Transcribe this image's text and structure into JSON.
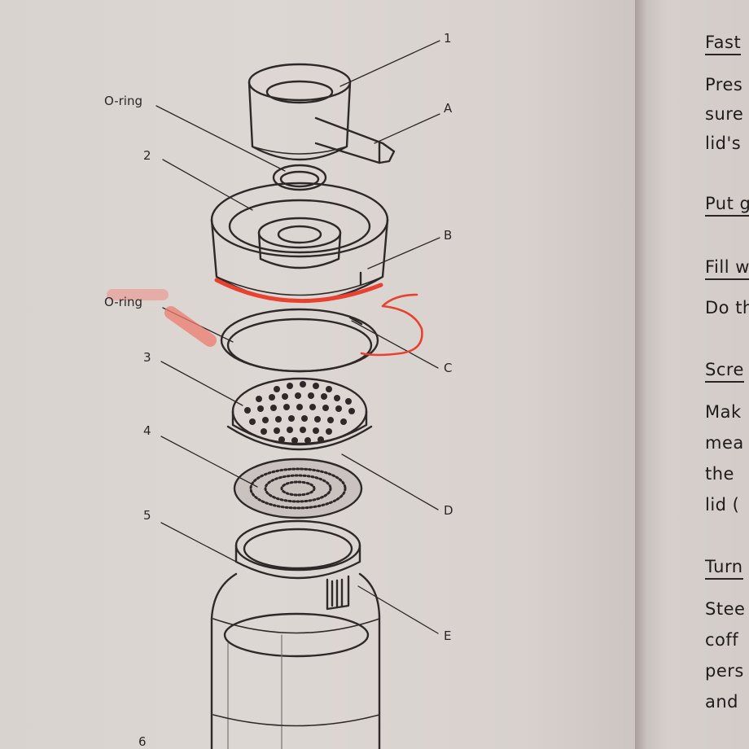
{
  "diagram": {
    "callouts": {
      "n1": "1",
      "nA": "A",
      "oring_top": "O-ring",
      "n2": "2",
      "nB": "B",
      "oring_mid": "O-ring",
      "nC": "C",
      "n3": "3",
      "n4": "4",
      "nD": "D",
      "n5": "5",
      "nE": "E",
      "n6": "6"
    },
    "annotation_color": "#e8412f"
  },
  "right_page": {
    "head1": "Fast",
    "p1_l1": "Pres",
    "p1_l2": "sure",
    "p1_l3": "lid's",
    "head2": "Put g",
    "head3": "Fill w",
    "p3_l1": "Do th",
    "head4": "Scre",
    "p4_l1": "Mak",
    "p4_l2": "mea",
    "p4_l3": "the",
    "p4_l4": "lid (",
    "head5": "Turn",
    "p5_l1": "Stee",
    "p5_l2": "coff",
    "p5_l3": "pers",
    "p5_l4": "and"
  }
}
